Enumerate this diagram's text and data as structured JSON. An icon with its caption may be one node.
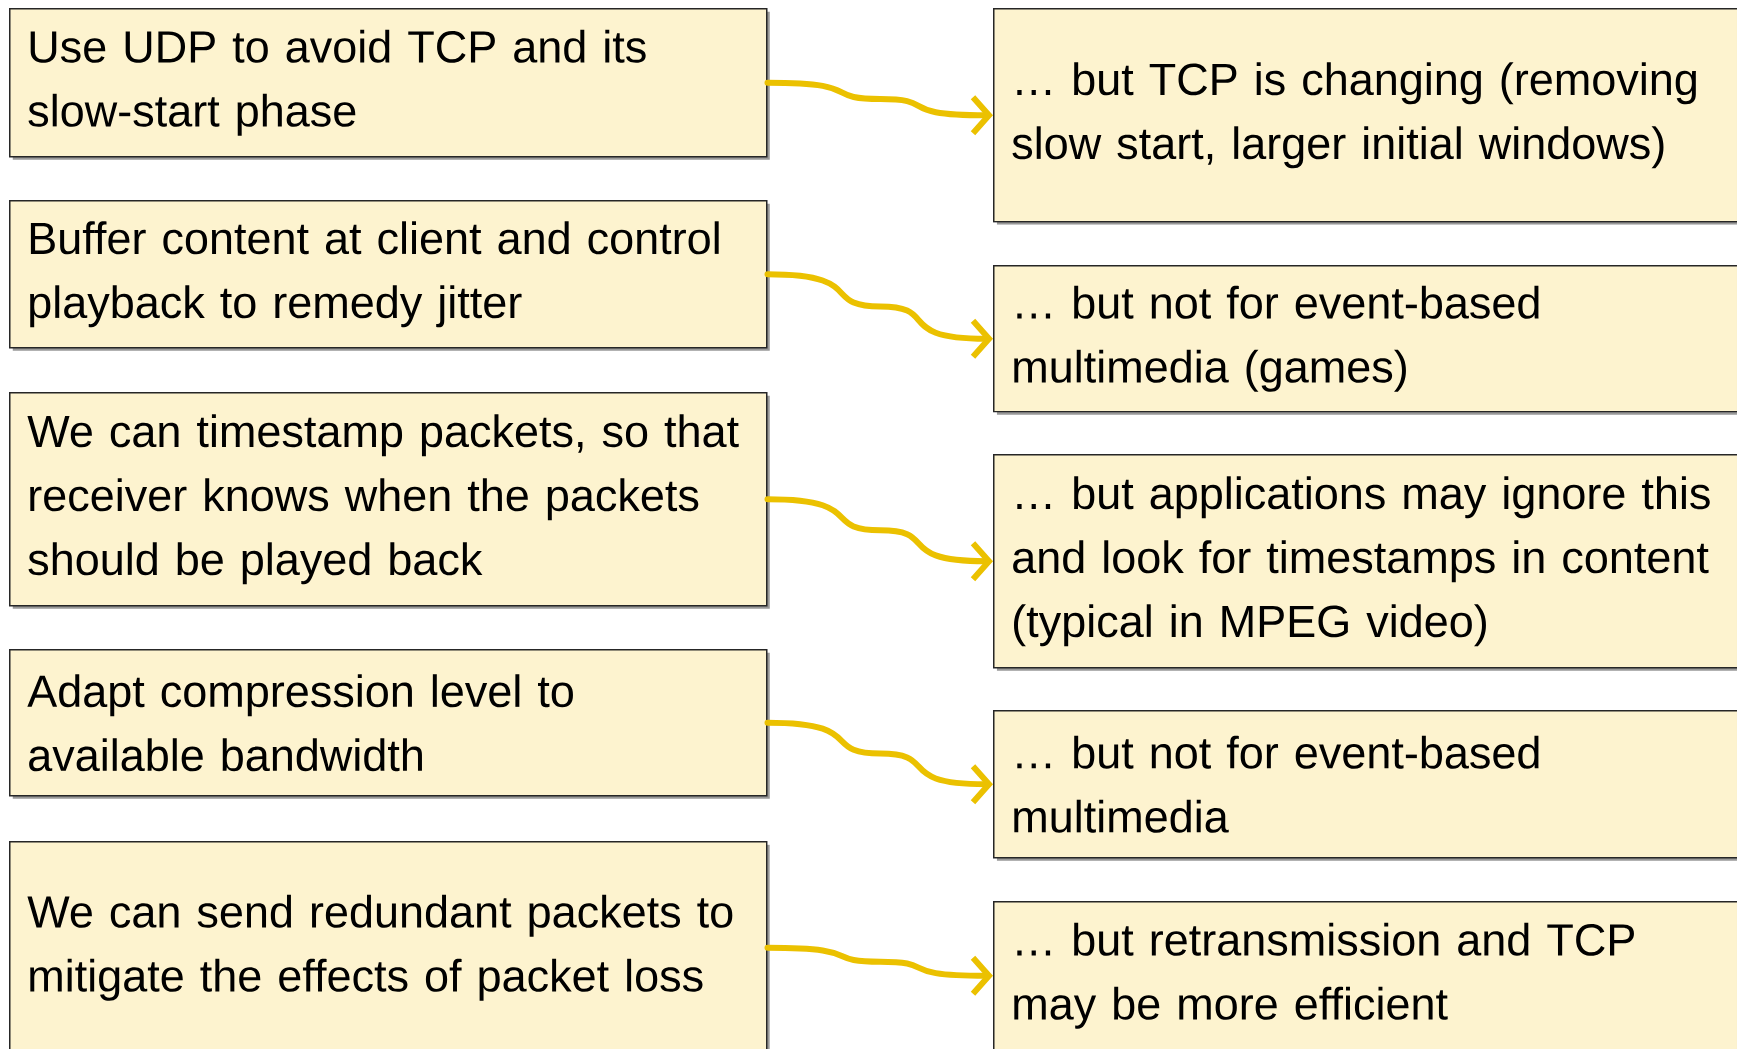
{
  "diagram": {
    "nodes": [
      {
        "text": [
          "Use UDP to avoid TCP and its slow-start phase"
        ]
      },
      {
        "text": [
          "… but TCP is changing (removing slow start, larger initial windows)"
        ]
      },
      {
        "text": [
          "Buffer content at client and control playback to remedy jitter"
        ]
      },
      {
        "text": [
          "… but not for event-based multimedia (games)"
        ]
      },
      {
        "text": [
          "We can timestamp packets, so that receiver knows when the packets should be played back"
        ]
      },
      {
        "text": [
          "… but applications may ignore this and look for timestamps in content (typical in MPEG video)"
        ]
      },
      {
        "text": [
          "Adapt compression level to available bandwidth"
        ]
      },
      {
        "text": [
          "… but not for event-based multimedia"
        ]
      },
      {
        "text": [
          "We can send redundant packets to mitigate the effects of packet loss"
        ]
      },
      {
        "text": [
          "… but retransmission and TCP may be more efficient"
        ]
      }
    ],
    "edges": [
      {
        "from": 0,
        "to": 1,
        "arrow": "to"
      },
      {
        "from": 2,
        "to": 3,
        "arrow": "to"
      },
      {
        "from": 4,
        "to": 5,
        "arrow": "to"
      },
      {
        "from": 6,
        "to": 7,
        "arrow": "to"
      },
      {
        "from": 8,
        "to": 9,
        "arrow": "to"
      }
    ]
  }
}
